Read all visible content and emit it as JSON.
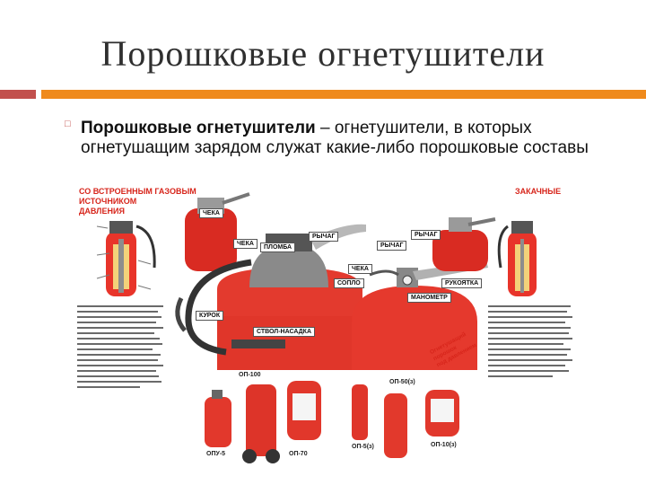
{
  "slide": {
    "title": "Порошковые огнетушители",
    "term": "Порошковые огнетушители",
    "definition": " – огнетушители, в которых огнетушащим зарядом служат какие-либо порошковые составы"
  },
  "figure": {
    "heading_left": [
      "СО ВСТРОЕННЫМ ГАЗОВЫМ",
      "ИСТОЧНИКОМ",
      "ДАВЛЕНИЯ"
    ],
    "heading_right": "ЗАКАЧНЫЕ",
    "callouts": {
      "cheka_top": "ЧЕКА",
      "cheka_left": "ЧЕКА",
      "plomba": "ПЛОМБА",
      "rychag_left": "РЫЧАГ",
      "rychag_mid": "РЫЧАГ",
      "rychag_right": "РЫЧАГ",
      "kurok": "КУРОК",
      "stvol": "СТВОЛ-НАСАДКА",
      "cheka_right": "ЧЕКА",
      "soplo": "СОПЛО",
      "rukoyatka": "РУКОЯТКА",
      "manometr": "МАНОМЕТР"
    },
    "arc_label": [
      "Огнетушащий",
      "порошок",
      "под давлением"
    ],
    "models": [
      "ОП-100",
      "ОП-50(з)",
      "ОПУ-5",
      "ОП-70",
      "ОП-5(з)",
      "ОП-10(з)"
    ]
  }
}
